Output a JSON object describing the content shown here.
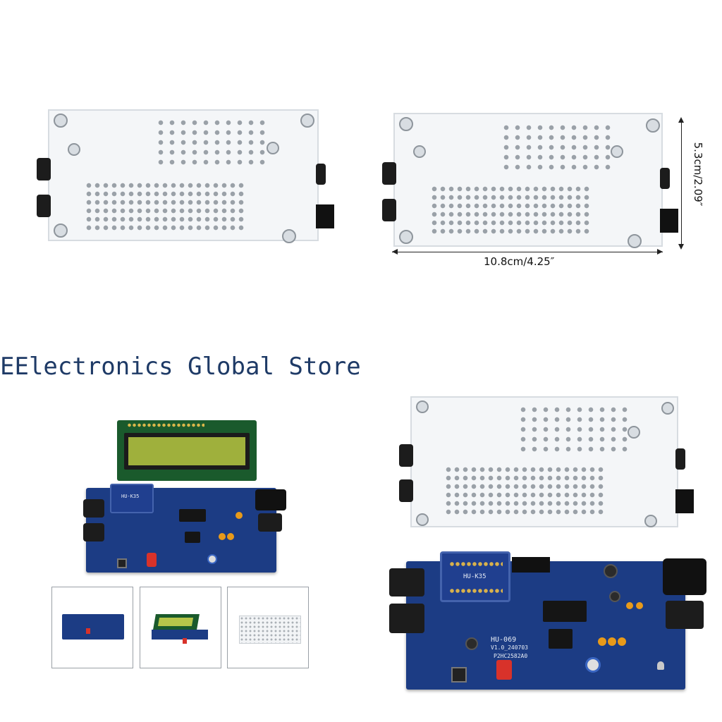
{
  "store_watermark": "EElectronics Global Store",
  "dimensions": {
    "width_label": "10.8cm/4.25″",
    "height_label": "5.3cm/2.09″"
  },
  "board_silkscreen": {
    "model_label": "HU-069",
    "version_label": "V1.0_240703",
    "chip_label": "P2HC2582A0",
    "adapter_label": "HU-K35"
  },
  "thumbnails": [
    {
      "name": "thumb-blue-board-top"
    },
    {
      "name": "thumb-board-with-lcd"
    },
    {
      "name": "thumb-white-board-back"
    }
  ],
  "colors": {
    "pcb_blue": "#1c3c84",
    "pcb_white": "#f4f6f8",
    "lcd_green": "#9fb03c",
    "watermark": "#1e3a66"
  }
}
